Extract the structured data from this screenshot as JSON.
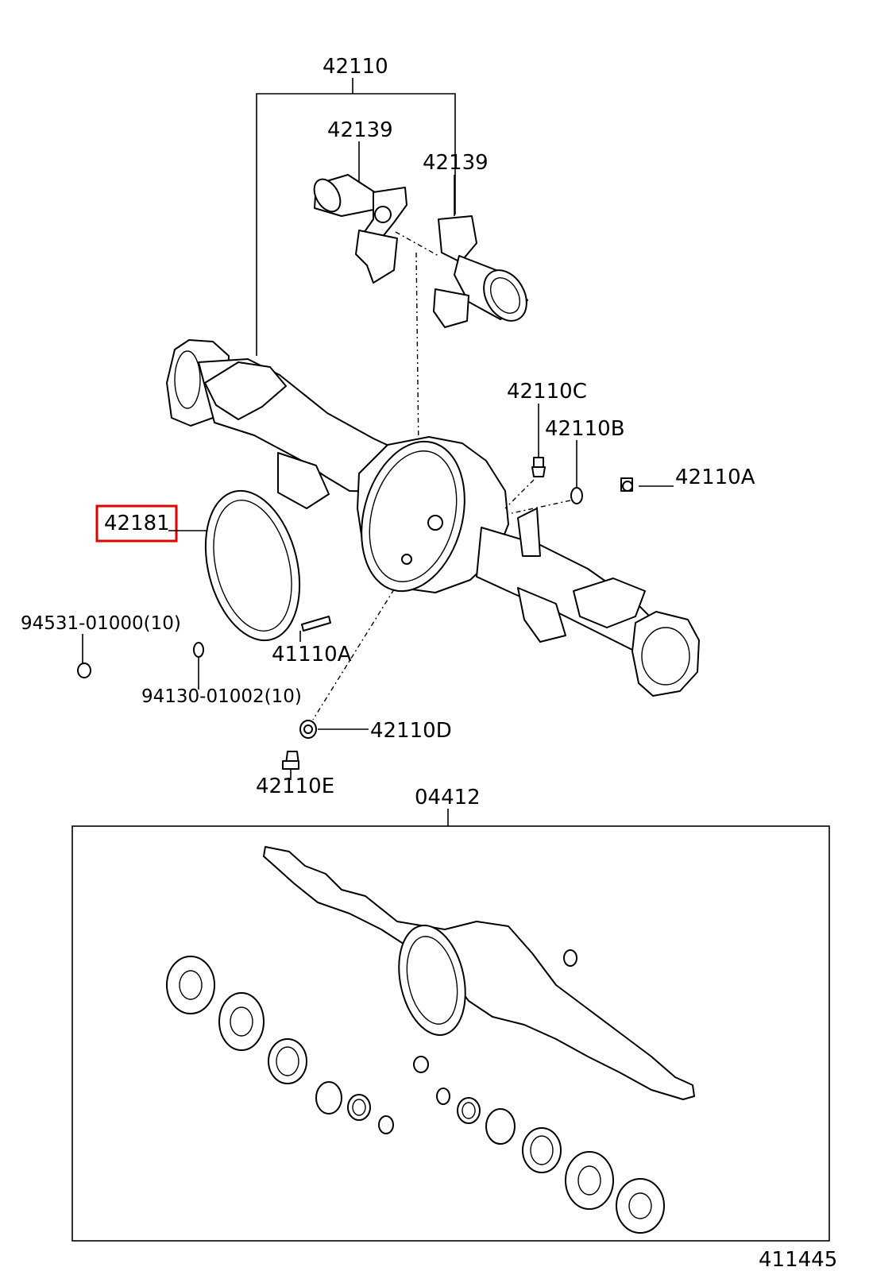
{
  "labels": {
    "axle_assembly": "42110",
    "bracket_left": "42139",
    "bracket_right": "42139",
    "part_c": "42110C",
    "part_b": "42110B",
    "part_a": "42110A",
    "gasket": "42181",
    "stud": "41110A",
    "nut_small": "94531-01000(10)",
    "nut_large": "94130-01002(10)",
    "part_d": "42110D",
    "part_e": "42110E",
    "kit": "04412",
    "figure_number": "411445"
  },
  "highlight": {
    "target": "gasket",
    "color": "#e00000"
  }
}
